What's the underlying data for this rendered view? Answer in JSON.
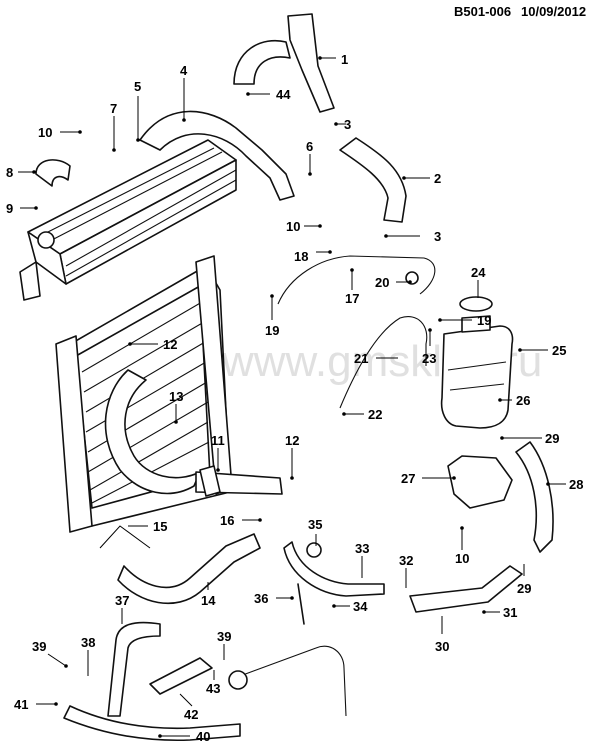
{
  "header": {
    "code": "B501-006",
    "date": "10/09/2012"
  },
  "watermark": "www.gmsklad.ru",
  "callouts": [
    {
      "id": "c1",
      "label": "1"
    },
    {
      "id": "c2",
      "label": "2"
    },
    {
      "id": "c3a",
      "label": "3"
    },
    {
      "id": "c3b",
      "label": "3"
    },
    {
      "id": "c4",
      "label": "4"
    },
    {
      "id": "c5",
      "label": "5"
    },
    {
      "id": "c6",
      "label": "6"
    },
    {
      "id": "c7",
      "label": "7"
    },
    {
      "id": "c8",
      "label": "8"
    },
    {
      "id": "c9",
      "label": "9"
    },
    {
      "id": "c10a",
      "label": "10"
    },
    {
      "id": "c10b",
      "label": "10"
    },
    {
      "id": "c10c",
      "label": "10"
    },
    {
      "id": "c11",
      "label": "11"
    },
    {
      "id": "c12a",
      "label": "12"
    },
    {
      "id": "c12b",
      "label": "12"
    },
    {
      "id": "c13",
      "label": "13"
    },
    {
      "id": "c14",
      "label": "14"
    },
    {
      "id": "c15",
      "label": "15"
    },
    {
      "id": "c16",
      "label": "16"
    },
    {
      "id": "c17",
      "label": "17"
    },
    {
      "id": "c18",
      "label": "18"
    },
    {
      "id": "c19a",
      "label": "19"
    },
    {
      "id": "c19b",
      "label": "19"
    },
    {
      "id": "c20",
      "label": "20"
    },
    {
      "id": "c21",
      "label": "21"
    },
    {
      "id": "c22",
      "label": "22"
    },
    {
      "id": "c23",
      "label": "23"
    },
    {
      "id": "c24",
      "label": "24"
    },
    {
      "id": "c25",
      "label": "25"
    },
    {
      "id": "c26",
      "label": "26"
    },
    {
      "id": "c27",
      "label": "27"
    },
    {
      "id": "c28",
      "label": "28"
    },
    {
      "id": "c29a",
      "label": "29"
    },
    {
      "id": "c29b",
      "label": "29"
    },
    {
      "id": "c30",
      "label": "30"
    },
    {
      "id": "c31",
      "label": "31"
    },
    {
      "id": "c32",
      "label": "32"
    },
    {
      "id": "c33",
      "label": "33"
    },
    {
      "id": "c34",
      "label": "34"
    },
    {
      "id": "c35",
      "label": "35"
    },
    {
      "id": "c36",
      "label": "36"
    },
    {
      "id": "c37",
      "label": "37"
    },
    {
      "id": "c38",
      "label": "38"
    },
    {
      "id": "c39a",
      "label": "39"
    },
    {
      "id": "c39b",
      "label": "39"
    },
    {
      "id": "c40",
      "label": "40"
    },
    {
      "id": "c41",
      "label": "41"
    },
    {
      "id": "c42",
      "label": "42"
    },
    {
      "id": "c43",
      "label": "43"
    },
    {
      "id": "c44",
      "label": "44"
    }
  ]
}
